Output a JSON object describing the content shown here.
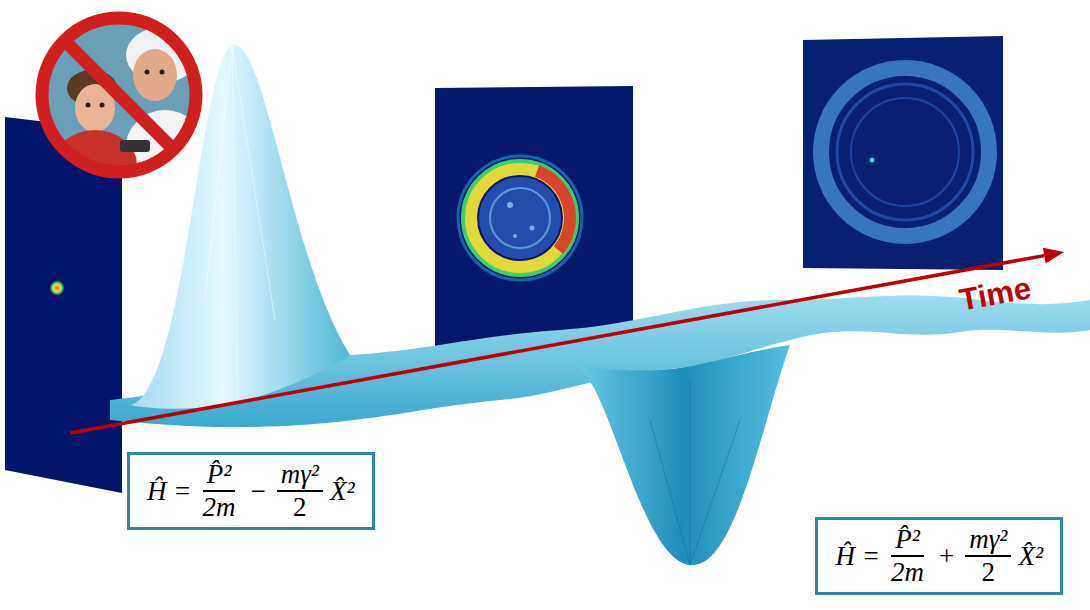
{
  "diagram": {
    "nodes": [
      {
        "text": [
          "Ĥ =",
          "P̂²",
          "2m",
          "−",
          "mγ²",
          "2",
          "X̂²"
        ]
      },
      {
        "text": [
          "Ĥ =",
          "P̂²",
          "2m",
          "+",
          "mγ²",
          "2",
          "X̂²"
        ]
      }
    ],
    "labels": [
      "Time"
    ]
  }
}
